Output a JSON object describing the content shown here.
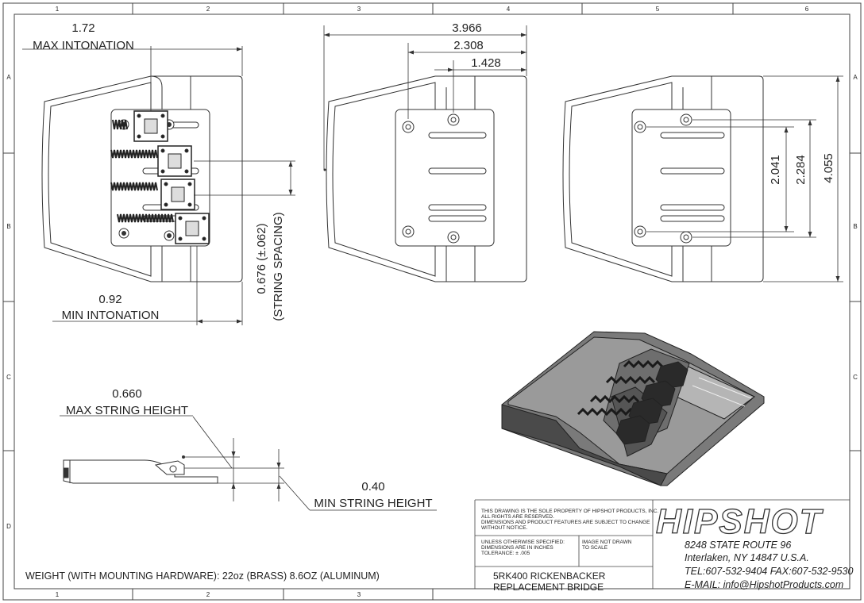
{
  "grid": {
    "top_cols": [
      "1",
      "2",
      "3",
      "4",
      "5",
      "6"
    ],
    "bottom_cols": [
      "1",
      "2",
      "3"
    ],
    "rows": [
      "A",
      "B",
      "C",
      "D"
    ]
  },
  "dims": {
    "max_intonation_value": "1.72",
    "max_intonation_label": "MAX INTONATION",
    "min_intonation_value": "0.92",
    "min_intonation_label": "MIN INTONATION",
    "string_spacing_value": "0.676 (±.062)",
    "string_spacing_label": "(STRING SPACING)",
    "width_total": "3.966",
    "width_mid": "2.308",
    "width_small": "1.428",
    "height_small": "2.041",
    "height_mid": "2.284",
    "height_total": "4.055",
    "max_height_value": "0.660",
    "max_height_label": "MAX STRING HEIGHT",
    "min_height_value": "0.40",
    "min_height_label": "MIN STRING HEIGHT"
  },
  "weight_note": "WEIGHT (WITH MOUNTING HARDWARE): 22oz (BRASS) 8.6OZ (ALUMINUM)",
  "title_block": {
    "property_note": [
      "THIS DRAWING IS THE SOLE PROPERTY OF HIPSHOT PRODUCTS, INC.",
      "ALL RIGHTS ARE RESERVED.",
      "DIMENSIONS AND PRODUCT FEATURES ARE SUBJECT TO CHANGE",
      "WITHOUT NOTICE."
    ],
    "tolerance_note": [
      "UNLESS OTHERWISE SPECIFIED:",
      "DIMENSIONS ARE IN INCHES",
      "TOLERANCE: ± .005"
    ],
    "scale_note": [
      "IMAGE NOT DRAWN",
      "TO SCALE"
    ],
    "part_name": [
      "5RK400 RICKENBACKER",
      "REPLACEMENT BRIDGE"
    ],
    "brand": "HIPSHOT",
    "address_line1": "8248 STATE ROUTE 96",
    "address_line2": "Interlaken, NY 14847 U.S.A.",
    "phone": "TEL:607-532-9404 FAX:607-532-9530",
    "email": "E-MAIL: info@HipshotProducts.com"
  }
}
